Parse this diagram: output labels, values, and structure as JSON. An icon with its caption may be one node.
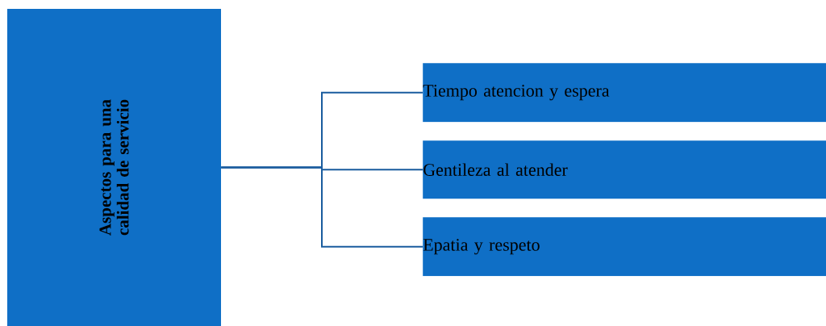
{
  "diagram": {
    "nodes": [
      {
        "text": [
          "Aspectos para una calidad de servicio"
        ]
      },
      {
        "text": [
          "Tiempo atencion y espera"
        ]
      },
      {
        "text": [
          "Gentileza al atender"
        ]
      },
      {
        "text": [
          "Epatia y respeto"
        ]
      }
    ],
    "edges": [
      {
        "from": 0,
        "to": 1,
        "arrow": "none"
      },
      {
        "from": 0,
        "to": 2,
        "arrow": "none"
      },
      {
        "from": 0,
        "to": 3,
        "arrow": "none"
      }
    ]
  }
}
